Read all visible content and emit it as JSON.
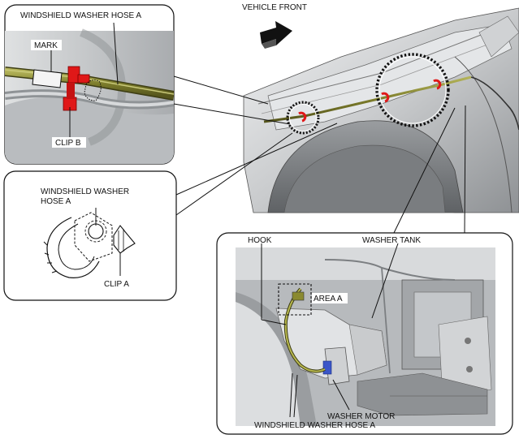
{
  "labels": {
    "vehicle_front": "VEHICLE FRONT",
    "hose_a_top": "WINDSHIELD WASHER HOSE A",
    "mark": "MARK",
    "clip_b": "CLIP B",
    "hose_a_detail_line1": "WINDSHIELD WASHER",
    "hose_a_detail_line2": "HOSE A",
    "clip_a": "CLIP A",
    "hook": "HOOK",
    "washer_tank": "WASHER TANK",
    "area_a": "AREA A",
    "washer_motor": "WASHER MOTOR",
    "hose_a_bottom": "WINDSHIELD WASHER HOSE A"
  },
  "colors": {
    "clip_red": "#e01818",
    "hose_olive": "#8a8a30",
    "panel_gray": "#c8cacc",
    "outline": "#111111"
  },
  "icons": {
    "direction_arrow": "vehicle-front-arrow-icon"
  }
}
